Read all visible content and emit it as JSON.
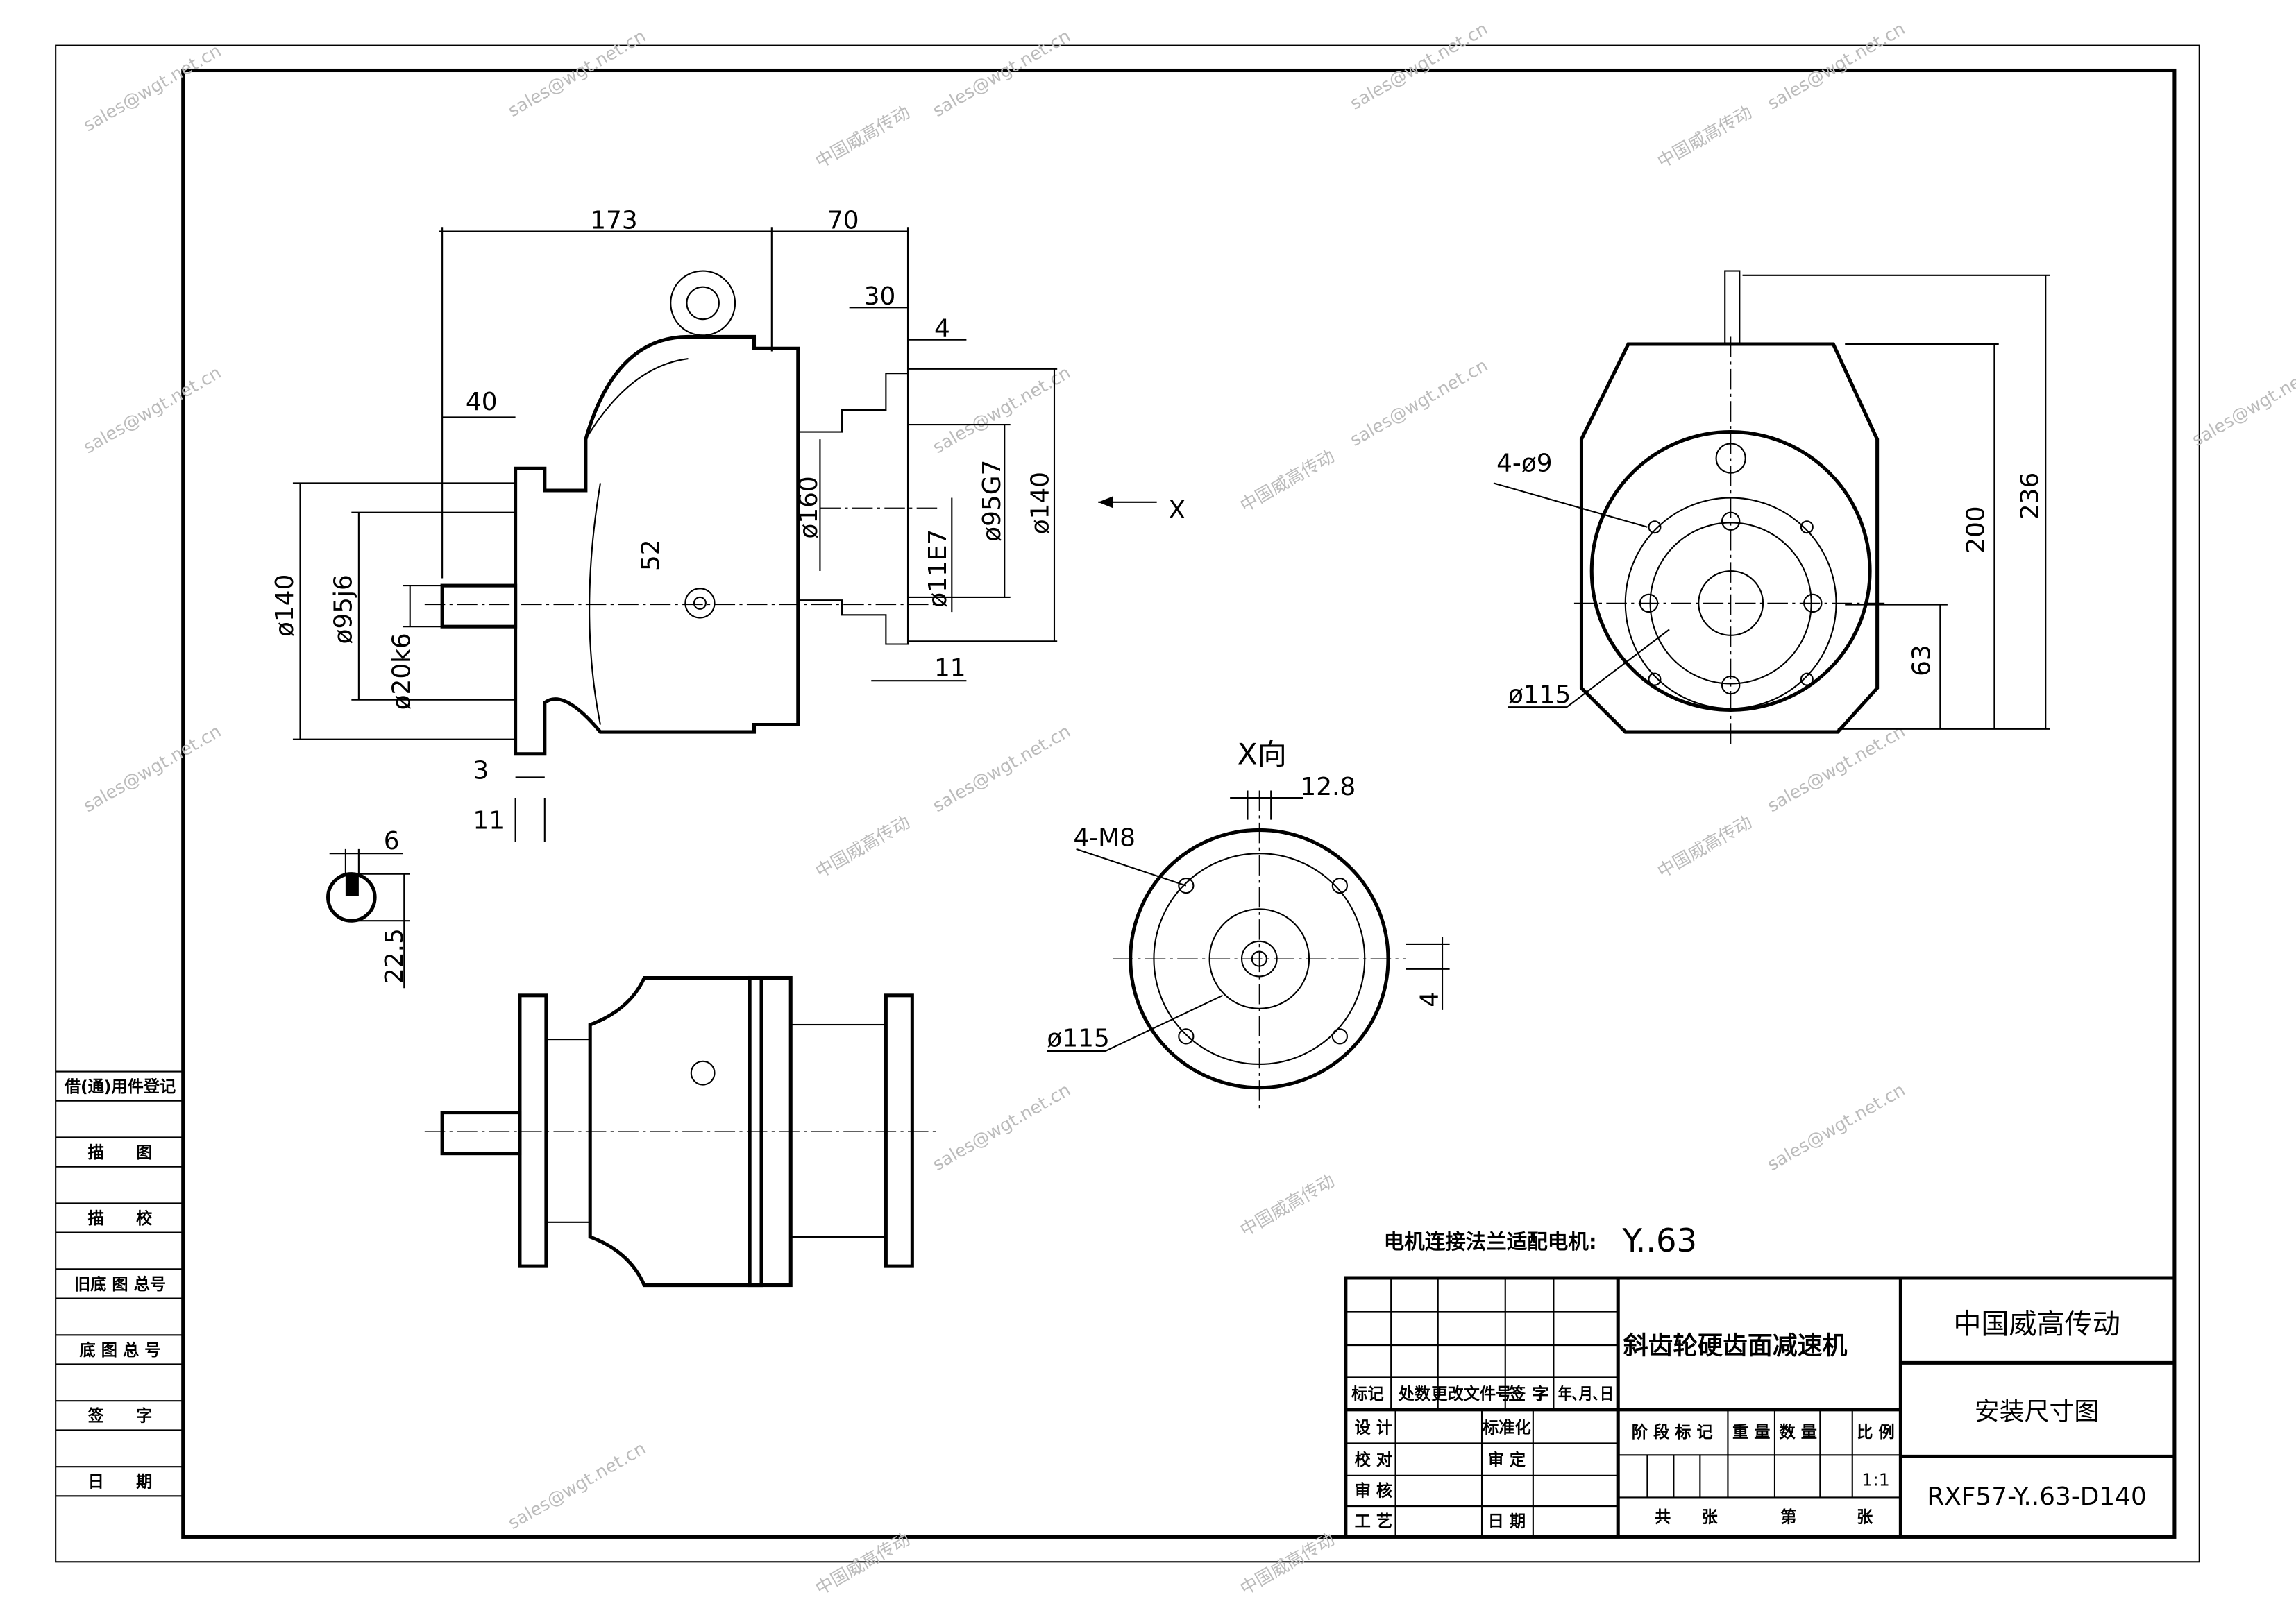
{
  "drawing": {
    "side_view": {
      "dims": [
        "173",
        "70",
        "30",
        "4",
        "40",
        "52",
        "ø160",
        "ø95G7",
        "ø140",
        "ø11E7",
        "11",
        "ø140",
        "ø95j6",
        "ø20k6",
        "3",
        "11"
      ],
      "view_arrow": "X"
    },
    "key_section": {
      "dims": [
        "6",
        "22.5"
      ]
    },
    "end_view": {
      "dims": [
        "4-ø9",
        "200",
        "236",
        "63",
        "ø115"
      ]
    },
    "x_view": {
      "title": "X向",
      "dims": [
        "12.8",
        "4-M8",
        "4",
        "ø115"
      ]
    },
    "motor_note": {
      "label": "电机连接法兰适配电机:",
      "value": "Y..63"
    }
  },
  "left_table": {
    "rows": [
      "借(通)用件登记",
      "描　　图",
      "描　　校",
      "旧底 图 总号",
      "底 图 总 号",
      "签　　字",
      "日　　期"
    ]
  },
  "title_block": {
    "revision_headers": [
      "标记",
      "处数",
      "更改文件号",
      "签 字",
      "年､月､日"
    ],
    "sign_labels": [
      "设 计",
      "校 对",
      "审 核",
      "工 艺"
    ],
    "sign_labels2": [
      "标准化",
      "审 定",
      "",
      "日 期"
    ],
    "product_name": "斜齿轮硬齿面减速机",
    "company": "中国威高传动",
    "drawing_type": "安装尺寸图",
    "stage_headers": [
      "阶 段 标 记",
      "重 量",
      "数 量",
      "比 例"
    ],
    "scale": "1:1",
    "sheet_total": "共",
    "sheet_unit1": "张",
    "sheet_no": "第",
    "sheet_unit2": "张",
    "model": "RXF57-Y..63-D140"
  },
  "watermark": {
    "email": "sales@wgt.net.cn",
    "company": "中国威高传动"
  }
}
